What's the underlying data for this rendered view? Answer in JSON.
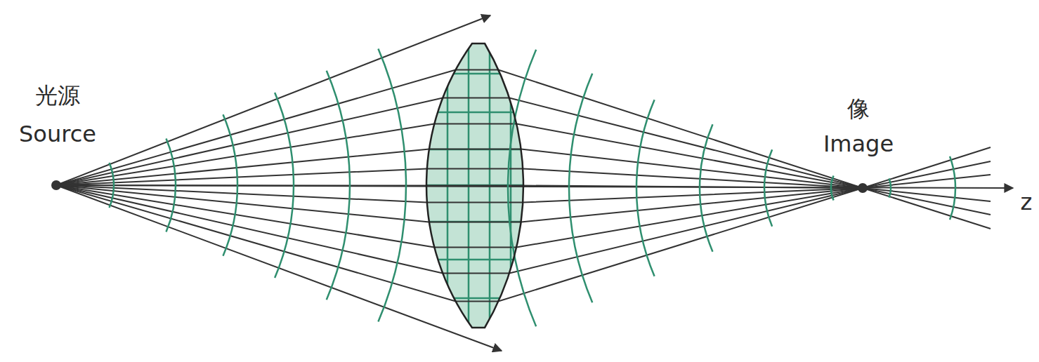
{
  "diagram": {
    "labels": [
      "光源",
      "Source",
      "像",
      "Image",
      "z"
    ]
  }
}
